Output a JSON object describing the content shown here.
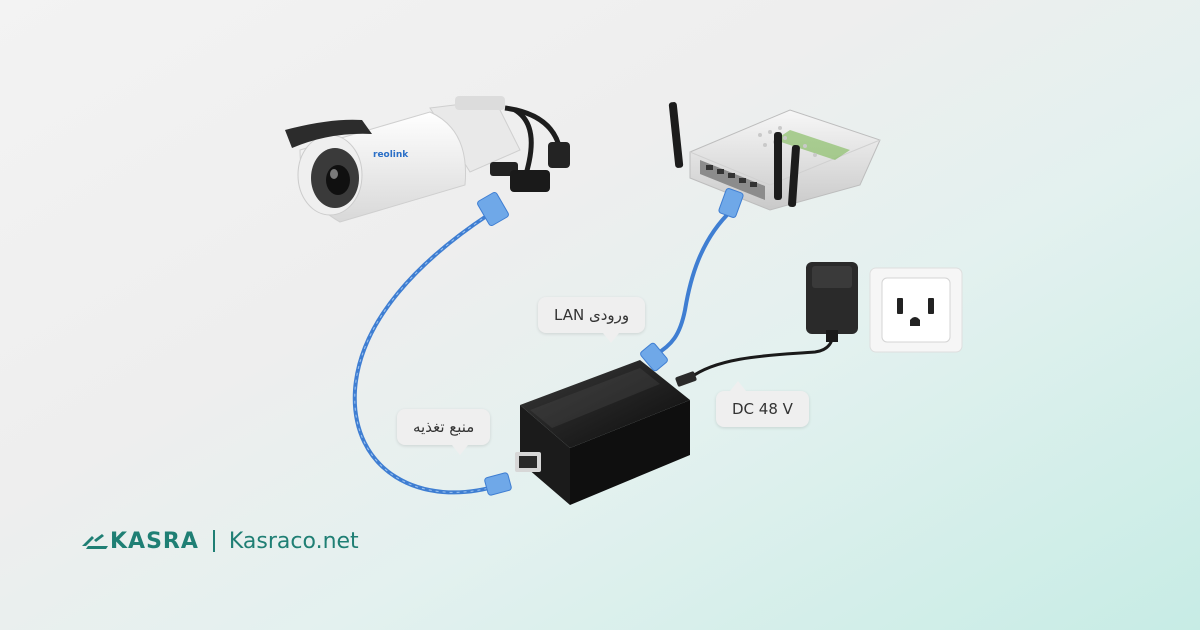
{
  "labels": {
    "lan_input": "ورودی LAN",
    "power_supply": "منبع تغذیه",
    "dc_voltage": "DC 48 V"
  },
  "camera": {
    "brand": "reolink"
  },
  "brand": {
    "logo_text": "KASRA",
    "website": "Kasraco.net"
  },
  "colors": {
    "cable": "#3f7ed2",
    "accent": "#1f7f74",
    "injector": "#151515"
  }
}
